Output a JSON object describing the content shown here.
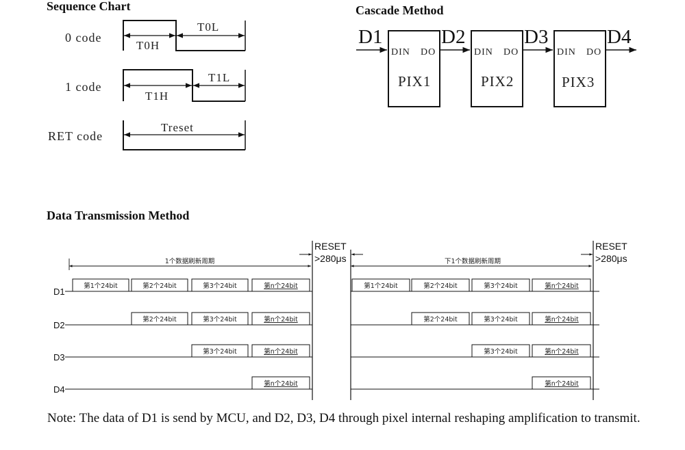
{
  "sequence_chart": {
    "title": "Sequence Chart",
    "code0": {
      "label": "0 code",
      "high": "T0H",
      "low": "T0L"
    },
    "code1": {
      "label": "1 code",
      "high": "T1H",
      "low": "T1L"
    },
    "ret": {
      "label": "RET code",
      "span": "Treset"
    }
  },
  "cascade": {
    "title": "Cascade Method",
    "nodes": [
      "D1",
      "D2",
      "D3",
      "D4"
    ],
    "pixels": [
      "PIX1",
      "PIX2",
      "PIX3"
    ],
    "din": "DIN",
    "dout": "DO"
  },
  "transmission": {
    "title": "Data Transmission Method",
    "reset": "RESET",
    "reset_time": ">280μs",
    "period_current": "1个数据刷新周期",
    "period_next": "下1个数据刷新周期",
    "lines": [
      "D1",
      "D2",
      "D3",
      "D4"
    ],
    "packets": [
      "第1个24bit",
      "第2个24bit",
      "第3个24bit",
      "第n个24bit"
    ]
  },
  "note": "Note: The data of D1 is send by MCU, and D2, D3, D4 through pixel internal reshaping amplification to transmit."
}
